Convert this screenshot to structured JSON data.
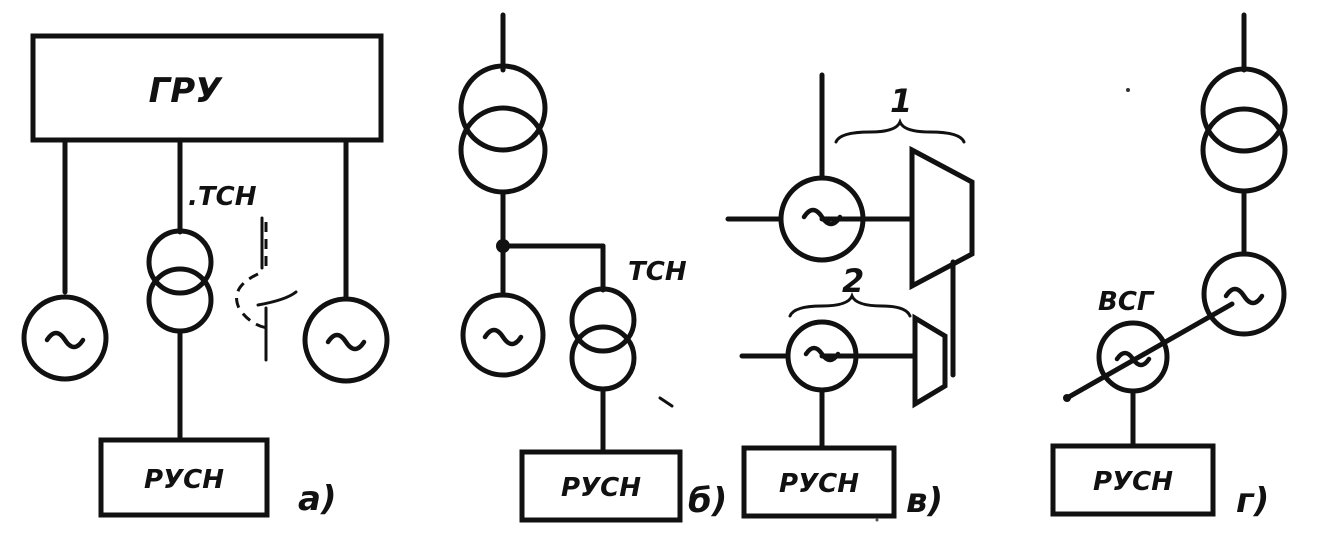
{
  "diagram": {
    "a": {
      "bus_label": "ГРУ",
      "transformer_label": ".ТСН",
      "switchgear_label": "РУСН",
      "panel_label": "а)"
    },
    "b": {
      "transformer_label": "ТСН",
      "switchgear_label": "РУСН",
      "panel_label": "б)"
    },
    "v": {
      "shaft_label_1": "1",
      "shaft_label_2": "2",
      "switchgear_label": "РУСН",
      "panel_label": "в)"
    },
    "g": {
      "generator_label": "ВСГ",
      "switchgear_label": "РУСН",
      "panel_label": "г)"
    }
  }
}
